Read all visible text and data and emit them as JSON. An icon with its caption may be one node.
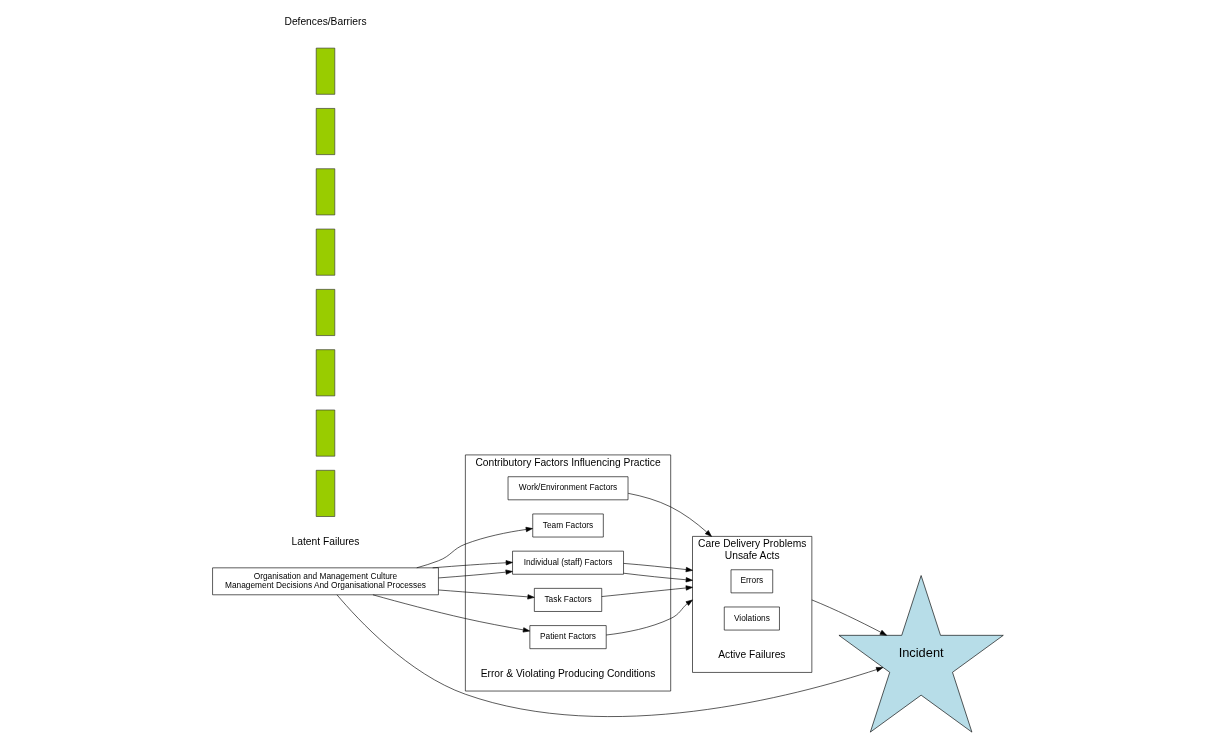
{
  "diagram": {
    "nodes": [
      {
        "text": [
          "Organisation and Management Culture",
          "Management Decisions And Organisational Processes"
        ],
        "beside": [
          "Latent Failures"
        ]
      },
      {
        "text": [
          "Contributory Factors Influencing Practice"
        ],
        "beside": [
          "Error & Violating Producing Conditions"
        ]
      },
      {
        "text": [
          "Work/Environment Factors"
        ],
        "in": 1
      },
      {
        "text": [
          "Team Factors"
        ],
        "in": 1
      },
      {
        "text": [
          "Individual (staff) Factors"
        ],
        "in": 1
      },
      {
        "text": [
          "Task Factors"
        ],
        "in": 1
      },
      {
        "text": [
          "Patient Factors"
        ],
        "in": 1
      },
      {
        "text": [
          "Care Delivery Problems",
          "Unsafe Acts"
        ],
        "beside": [
          "Active Failures"
        ]
      },
      {
        "text": [
          "Errors"
        ],
        "in": 7
      },
      {
        "text": [
          "Violations"
        ],
        "in": 7
      },
      {
        "text": [],
        "shape": "bar"
      },
      {
        "text": [],
        "shape": "bar"
      },
      {
        "text": [],
        "shape": "bar"
      },
      {
        "text": [],
        "shape": "bar"
      },
      {
        "text": [],
        "shape": "bar"
      },
      {
        "text": [],
        "shape": "bar"
      },
      {
        "text": [],
        "shape": "bar"
      },
      {
        "text": [],
        "shape": "bar"
      },
      {
        "text": [
          "Incident"
        ]
      }
    ],
    "edges": [
      {
        "from": 0,
        "to": 3,
        "arrow": "to"
      },
      {
        "from": 0,
        "to": 4,
        "arrow": "to"
      },
      {
        "from": 0,
        "to": 4,
        "arrow": "to"
      },
      {
        "from": 0,
        "to": 5,
        "arrow": "to"
      },
      {
        "from": 0,
        "to": 6,
        "arrow": "to"
      },
      {
        "from": 2,
        "to": 7,
        "arrow": "to"
      },
      {
        "from": 4,
        "to": 7,
        "arrow": "to"
      },
      {
        "from": 4,
        "to": 7,
        "arrow": "to"
      },
      {
        "from": 5,
        "to": 7,
        "arrow": "to"
      },
      {
        "from": 6,
        "to": 7,
        "arrow": "to"
      },
      {
        "from": 7,
        "to": 18,
        "arrow": "to"
      },
      {
        "from": 0,
        "to": 18,
        "arrow": "to"
      }
    ],
    "labels": [
      "Defences/Barriers"
    ]
  }
}
